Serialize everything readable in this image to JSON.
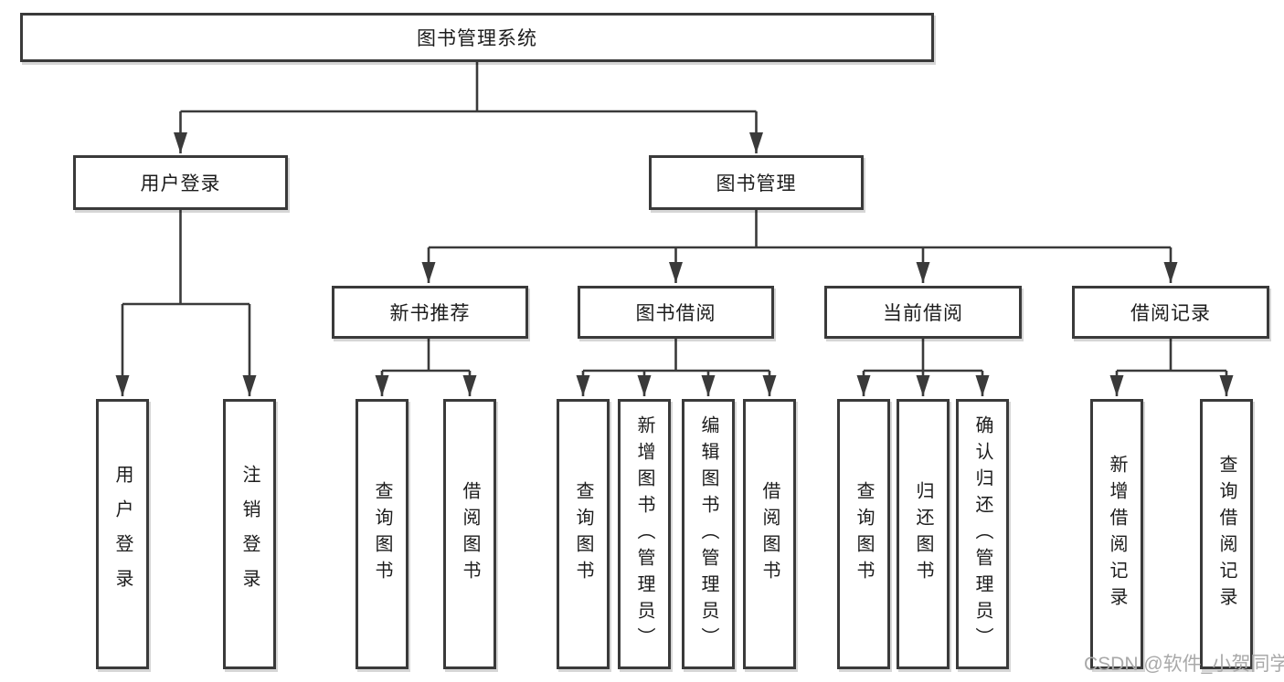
{
  "diagram": {
    "root": {
      "label": "图书管理系统"
    },
    "level2": [
      {
        "label": "用户登录"
      },
      {
        "label": "图书管理"
      }
    ],
    "level3": [
      {
        "label": "新书推荐"
      },
      {
        "label": "图书借阅"
      },
      {
        "label": "当前借阅"
      },
      {
        "label": "借阅记录"
      }
    ],
    "leaves": {
      "user": [
        {
          "label": "用户登录"
        },
        {
          "label": "注销登录"
        }
      ],
      "newbook": [
        {
          "label": "查询图书"
        },
        {
          "label": "借阅图书"
        }
      ],
      "borrow": [
        {
          "label": "查询图书"
        },
        {
          "label": "新增图书（管理员）"
        },
        {
          "label": "编辑图书（管理员）"
        },
        {
          "label": "借阅图书"
        }
      ],
      "current": [
        {
          "label": "查询图书"
        },
        {
          "label": "归还图书"
        },
        {
          "label": "确认归还（管理员）"
        }
      ],
      "record": [
        {
          "label": "新增借阅记录"
        },
        {
          "label": "查询借阅记录"
        }
      ]
    }
  },
  "watermark": "CSDN @软件_小贺同学",
  "colors": {
    "line": "#3a3a3a",
    "text": "#1c1c1c",
    "watermark": "#a9a9a9",
    "background": "#ffffff"
  }
}
